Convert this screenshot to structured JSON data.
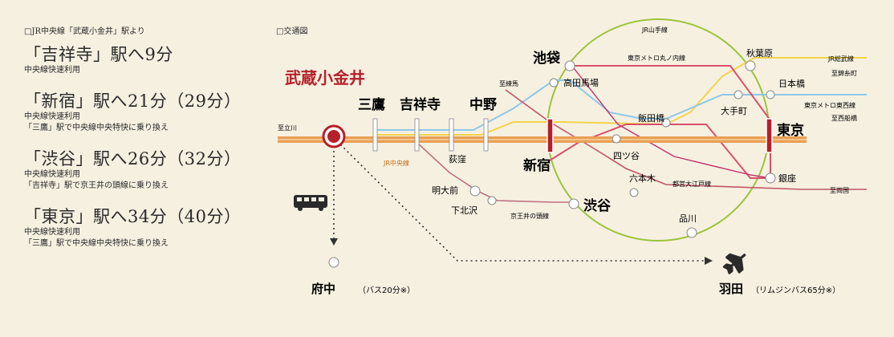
{
  "left": {
    "header": "□JR中央線「武蔵小金井」駅より",
    "routes": [
      {
        "title": "「吉祥寺」駅へ9分",
        "note1": "中央線快速利用",
        "note2": ""
      },
      {
        "title": "「新宿」駅へ21分（29分）",
        "note1": "中央線快速利用",
        "note2": "「三鷹」駅で中央線中央特快に乗り換え"
      },
      {
        "title": "「渋谷」駅へ26分（32分）",
        "note1": "中央線快速利用",
        "note2": "「吉祥寺」駅で京王井の頭線に乗り換え"
      },
      {
        "title": "「東京」駅へ34分（40分）",
        "note1": "中央線快速利用",
        "note2": "「三鷹」駅で中央線中央特快に乗り換え"
      }
    ]
  },
  "map": {
    "header": "□交通図",
    "home_station": "武蔵小金井",
    "stations": {
      "mitaka": "三鷹",
      "kichijoji": "吉祥寺",
      "nakano": "中野",
      "ogikubo": "荻窪",
      "shinjuku": "新宿",
      "tokyo": "東京",
      "ikebukuro": "池袋",
      "takadanobaba": "高田馬場",
      "akihabara": "秋葉原",
      "nihombashi": "日本橋",
      "otemachi": "大手町",
      "iidabashi": "飯田橋",
      "yotsuya": "四ツ谷",
      "roppongi": "六本木",
      "ginza": "銀座",
      "shibuya": "渋谷",
      "shinagawa": "品川",
      "meidaimae": "明大前",
      "shimokitazawa": "下北沢",
      "fuchu": "府中",
      "haneda": "羽田"
    },
    "labels": {
      "jr_yamanote": "JR山手線",
      "marunouchi": "東京メトロ丸ノ内線",
      "jr_sobu": "JR総武線",
      "to_kinshicho": "至錦糸町",
      "tozai": "東京メトロ東西線",
      "to_nishifunabashi": "至西船橋",
      "to_nerima": "至練馬",
      "to_tachikawa": "至立川",
      "jr_chuo": "JR中央線",
      "oedo": "都営大江戸線",
      "to_ryogoku": "至両国",
      "inokashira": "京王井の頭線",
      "fuchu_note": "（バス20分※）",
      "haneda_note": "（リムジンバス65分※）"
    },
    "colors": {
      "chuo": "#e8a055",
      "sobu": "#f2d44a",
      "tozai": "#8ec8e8",
      "marunouchi": "#d9506a",
      "oedo": "#c25568",
      "inokashira": "#c07080",
      "yamanote": "#9cc43a",
      "accent": "#b5202a"
    }
  }
}
